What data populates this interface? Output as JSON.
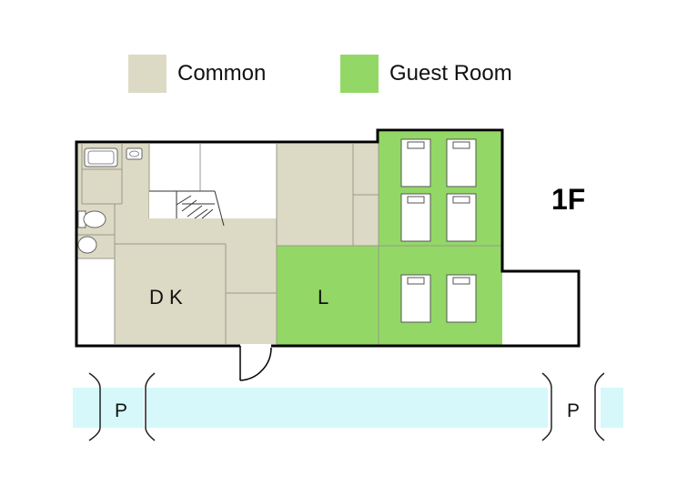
{
  "legend": {
    "common": {
      "label": "Common",
      "color": "#dcdac4"
    },
    "guest_room": {
      "label": "Guest Room",
      "color": "#93d866"
    }
  },
  "floor": {
    "label": "1F"
  },
  "rooms": {
    "dk": {
      "label": "D K"
    },
    "living": {
      "label": "L"
    }
  },
  "parking": {
    "left": "P",
    "right": "P",
    "color": "#d6f8fa"
  }
}
